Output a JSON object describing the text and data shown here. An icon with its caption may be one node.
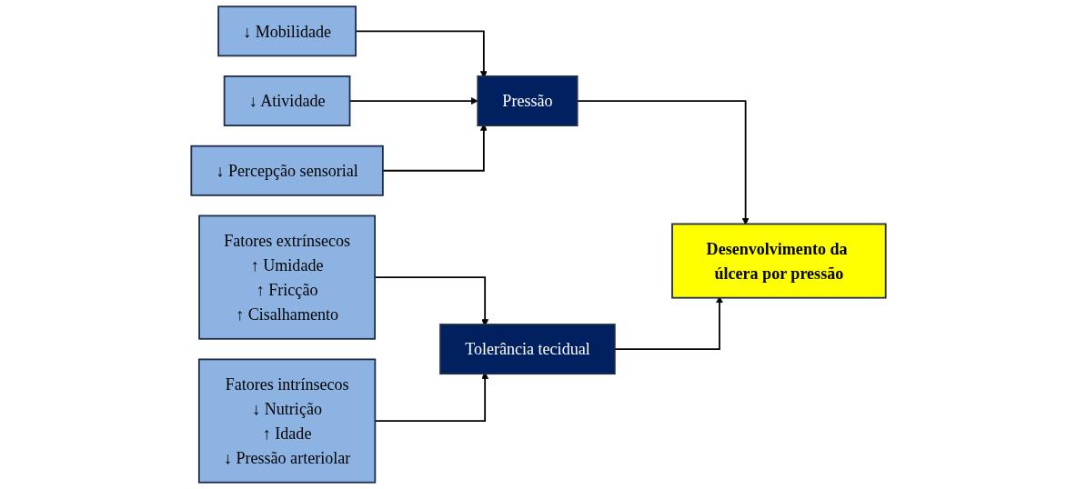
{
  "diagram": {
    "nodes": [
      {
        "text": [
          "↓ Mobilidade"
        ]
      },
      {
        "text": [
          "↓ Atividade"
        ]
      },
      {
        "text": [
          "↓ Percepção sensorial"
        ]
      },
      {
        "text": [
          "Fatores extrínsecos",
          "↑ Umidade",
          "↑ Fricção",
          "↑ Cisalhamento"
        ]
      },
      {
        "text": [
          "Fatores intrínsecos",
          "↓ Nutrição",
          "↑ Idade",
          "↓ Pressão arteriolar"
        ]
      },
      {
        "text": [
          "Pressão"
        ]
      },
      {
        "text": [
          "Tolerância tecidual"
        ]
      },
      {
        "text": [
          "Desenvolvimento da úlcera por pressão"
        ]
      }
    ],
    "edges": [
      {
        "from": 0,
        "to": 5,
        "arrow": "to"
      },
      {
        "from": 1,
        "to": 5,
        "arrow": "to"
      },
      {
        "from": 2,
        "to": 5,
        "arrow": "to"
      },
      {
        "from": 3,
        "to": 6,
        "arrow": "to"
      },
      {
        "from": 4,
        "to": 6,
        "arrow": "to"
      },
      {
        "from": 5,
        "to": 7,
        "arrow": "to"
      },
      {
        "from": 6,
        "to": 7,
        "arrow": "to"
      }
    ]
  }
}
